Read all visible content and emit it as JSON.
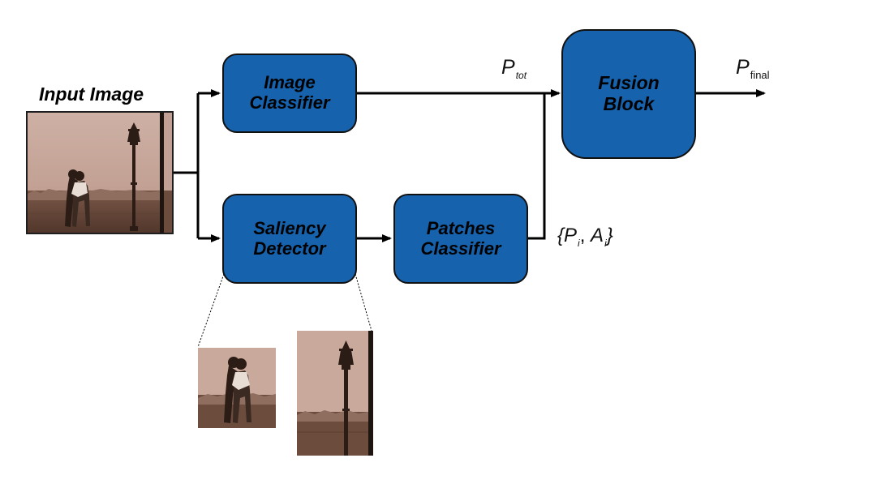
{
  "input": {
    "title": "Input Image"
  },
  "blocks": {
    "image_classifier": "Image\nClassifier",
    "saliency_detector": "Saliency\nDetector",
    "patches_classifier": "Patches\nClassifier",
    "fusion_block": "Fusion\nBlock"
  },
  "labels": {
    "p_tot_main": "P",
    "p_tot_sub": "tot",
    "p_final_main": "P",
    "p_final_sub": "final",
    "patch_set_open": "{",
    "patch_set_p": "P",
    "patch_set_p_sub": "i",
    "patch_set_sep": ", ",
    "patch_set_a": "A",
    "patch_set_a_sub": "i",
    "patch_set_close": "}"
  },
  "colors": {
    "block_fill": "#1762ad",
    "sepia_sky": "#c9a99b",
    "sepia_ground": "#6b4c3d",
    "sepia_dark": "#2b1c16"
  }
}
